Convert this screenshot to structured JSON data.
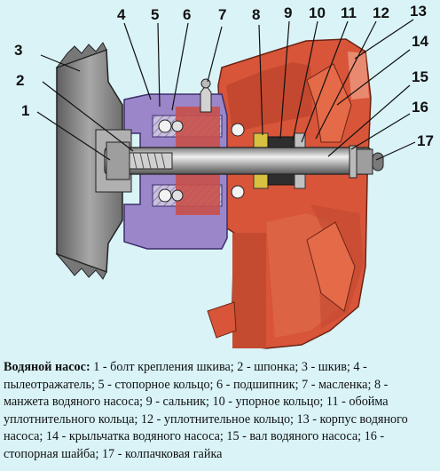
{
  "callouts": [
    "1",
    "2",
    "3",
    "4",
    "5",
    "6",
    "7",
    "8",
    "9",
    "10",
    "11",
    "12",
    "13",
    "14",
    "15",
    "16",
    "17"
  ],
  "caption": {
    "title": "Водяной насос:",
    "text": " 1 - болт крепления шкива; 2 - шпонка; 3 - шкив; 4 - пылеотражатель; 5 - стопорное кольцо; 6 - подшипник; 7 - масленка; 8 - манжета водяного насоса; 9 - сальник; 10 - упорное кольцо; 11 - обойма уплотнительного кольца; 12 - уплотнительное кольцо; 13 - корпус водяного насоса; 14 - крыльчатка водяного насоса; 15 - вал водяного насоса; 16 - стопорная шайба; 17 - колпачковая гайка"
  },
  "colors": {
    "background": "#d9f3f7",
    "housing_red": "#d8553a",
    "housing_dark": "#9c3420",
    "bracket_purple": "#9a86c8",
    "pulley_gray": "#8f8f8f",
    "shaft_gray": "#bdbdbd"
  }
}
